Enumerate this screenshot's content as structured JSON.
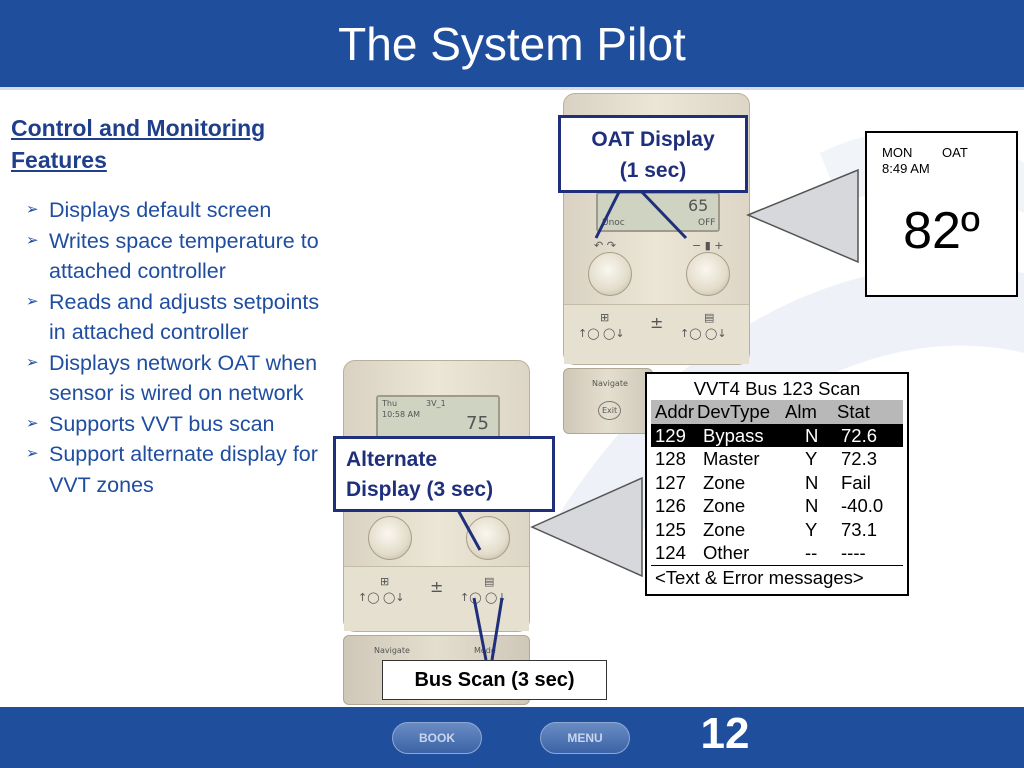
{
  "slide": {
    "title": "The System Pilot",
    "heading_line1": "Control and Monitoring",
    "heading_line2": "Features",
    "bullets": [
      "Displays default screen",
      "Writes space temperature to attached controller",
      "Reads and adjusts setpoints in attached controller",
      "Displays network OAT when sensor is wired on network",
      "Supports VVT bus scan",
      "Support alternate display for VVT zones"
    ],
    "page_number": "12"
  },
  "callouts": {
    "oat_line1": "OAT Display",
    "oat_line2": "(1 sec)",
    "alt_line1": "Alternate",
    "alt_line2": "Display (3 sec)",
    "bus": "Bus Scan (3 sec)"
  },
  "oat_panel": {
    "day": "MON",
    "label": "OAT",
    "time": "8:49 AM",
    "value": "82º"
  },
  "thermostat_top": {
    "lcd_value": "65",
    "lcd_left": "Unoc",
    "lcd_right": "OFF",
    "base_label": "Navigate",
    "base_button": "Exit"
  },
  "thermostat_bottom": {
    "day": "Thu",
    "mode": "3V_1",
    "time": "10:58 AM",
    "lcd_value": "75",
    "base_label_left": "Navigate",
    "base_label_right": "Mode"
  },
  "bus_scan": {
    "title": "VVT4 Bus 123 Scan",
    "headers": [
      "Addr",
      "DevType",
      "Alm",
      "Stat"
    ],
    "rows": [
      [
        "129",
        "Bypass",
        "N",
        "72.6"
      ],
      [
        "128",
        "Master",
        "Y",
        "72.3"
      ],
      [
        "127",
        "Zone",
        "N",
        "Fail"
      ],
      [
        "126",
        "Zone",
        "N",
        "-40.0"
      ],
      [
        "125",
        "Zone",
        "Y",
        "73.1"
      ],
      [
        "124",
        "Other",
        "--",
        "----"
      ]
    ],
    "message": "<Text & Error messages>"
  },
  "footer": {
    "book_label": "BOOK",
    "menu_label": "MENU"
  },
  "colors": {
    "title_bar": "#1f4e9c",
    "callout_border": "#1f2f7c",
    "bullet_text": "#1f4ea0"
  }
}
